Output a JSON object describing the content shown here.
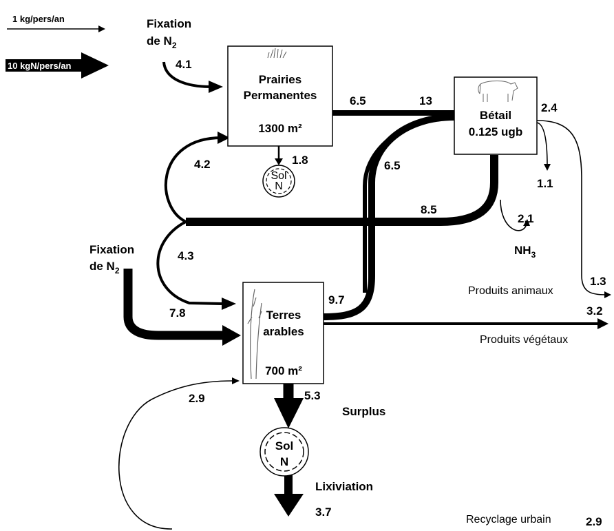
{
  "legend": {
    "thin_label": "1 kg/pers/an",
    "thick_label": "10 kgN/pers/an"
  },
  "nodes": {
    "prairies": {
      "line1": "Prairies",
      "line2": "Permanentes",
      "area": "1300 m²"
    },
    "betail": {
      "line1": "Bétail",
      "line2": "0.125 ugb"
    },
    "terres": {
      "line1": "Terres",
      "line2": "arables",
      "area": "700 m²"
    },
    "sol_small": {
      "line1": "Sol",
      "line2": "N"
    },
    "sol_big": {
      "line1": "Sol",
      "line2": "N"
    }
  },
  "labels": {
    "fixation_top_1": "Fixation",
    "fixation_top_2": "de N",
    "fixation_mid_1": "Fixation",
    "fixation_mid_2": "de N",
    "sub2": "2",
    "sub3": "3",
    "nh3": "NH",
    "produits_animaux": "Produits animaux",
    "produits_vegetaux": "Produits végétaux",
    "surplus": "Surplus",
    "lixiviation": "Lixiviation",
    "recyclage": "Recyclage urbain"
  },
  "flows": {
    "fix_prairies": "4.1",
    "prairies_betail": "6.5",
    "betail_in_total": "13",
    "betail_out": "2.4",
    "prairies_sol": "1.8",
    "to_prairies": "4.2",
    "terres_betail": "6.5",
    "betail_loss": "1.1",
    "manure_recycle": "8.5",
    "nh3_loss": "2.1",
    "to_terres": "4.3",
    "terres_up": "9.7",
    "animal_products": "1.3",
    "fix_terres": "7.8",
    "vegetal_products": "3.2",
    "urban_in": "2.9",
    "surplus": "5.3",
    "leaching": "3.7",
    "urban_out": "2.9"
  }
}
